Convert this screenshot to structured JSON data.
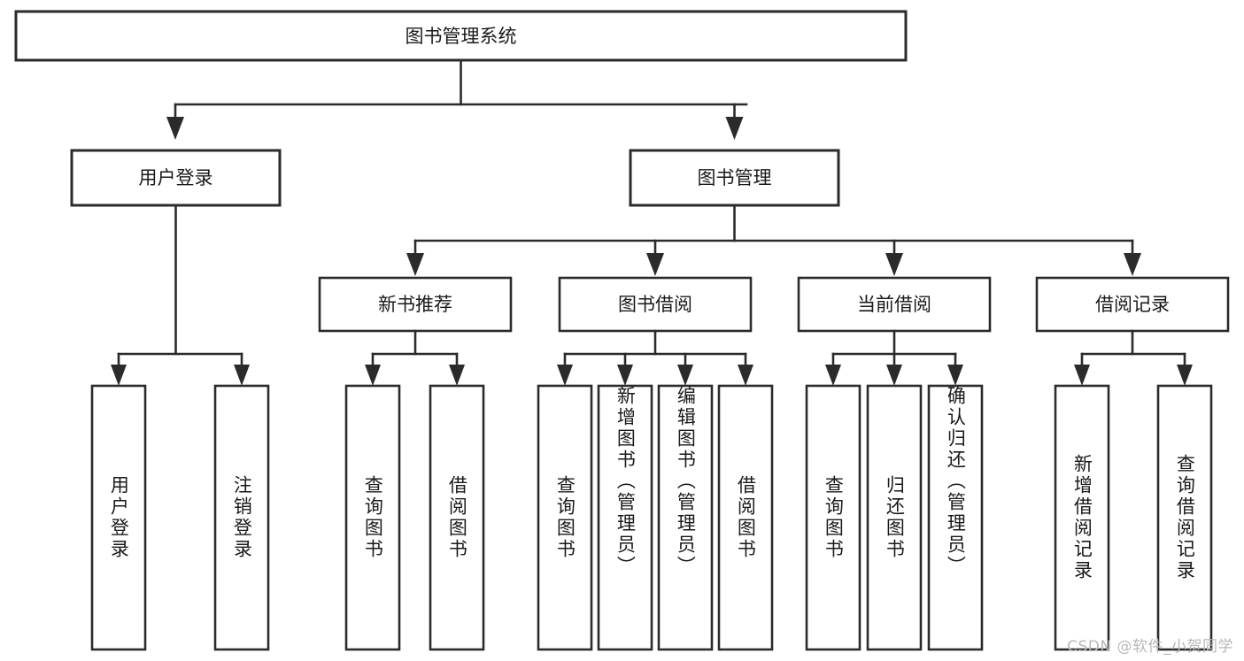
{
  "diagram": {
    "type": "tree-hierarchy",
    "title": "图书管理系统",
    "orientation": "top-down",
    "colors": {
      "box_stroke": "#2b2b2b",
      "box_fill": "#ffffff",
      "text": "#1a1a1a",
      "canvas": "#ffffff",
      "watermark": "#b8b8b8"
    },
    "root": {
      "label": "图书管理系统"
    },
    "level2": [
      {
        "label": "用户登录"
      },
      {
        "label": "图书管理"
      }
    ],
    "level3": [
      {
        "label": "新书推荐"
      },
      {
        "label": "图书借阅"
      },
      {
        "label": "当前借阅"
      },
      {
        "label": "借阅记录"
      }
    ],
    "groups": [
      {
        "parent": "用户登录",
        "leaves": [
          {
            "label": "用户登录"
          },
          {
            "label": "注销登录"
          }
        ]
      },
      {
        "parent": "新书推荐",
        "leaves": [
          {
            "label": "查询图书"
          },
          {
            "label": "借阅图书"
          }
        ]
      },
      {
        "parent": "图书借阅",
        "leaves": [
          {
            "label": "查询图书"
          },
          {
            "label": "新增图书（管理员）"
          },
          {
            "label": "编辑图书（管理员）"
          },
          {
            "label": "借阅图书"
          }
        ]
      },
      {
        "parent": "当前借阅",
        "leaves": [
          {
            "label": "查询图书"
          },
          {
            "label": "归还图书"
          },
          {
            "label": "确认归还（管理员）"
          }
        ]
      },
      {
        "parent": "借阅记录",
        "leaves": [
          {
            "label": "新增借阅记录"
          },
          {
            "label": "查询借阅记录"
          }
        ]
      }
    ]
  },
  "watermark": {
    "text": "CSDN @软件_小贺同学"
  }
}
